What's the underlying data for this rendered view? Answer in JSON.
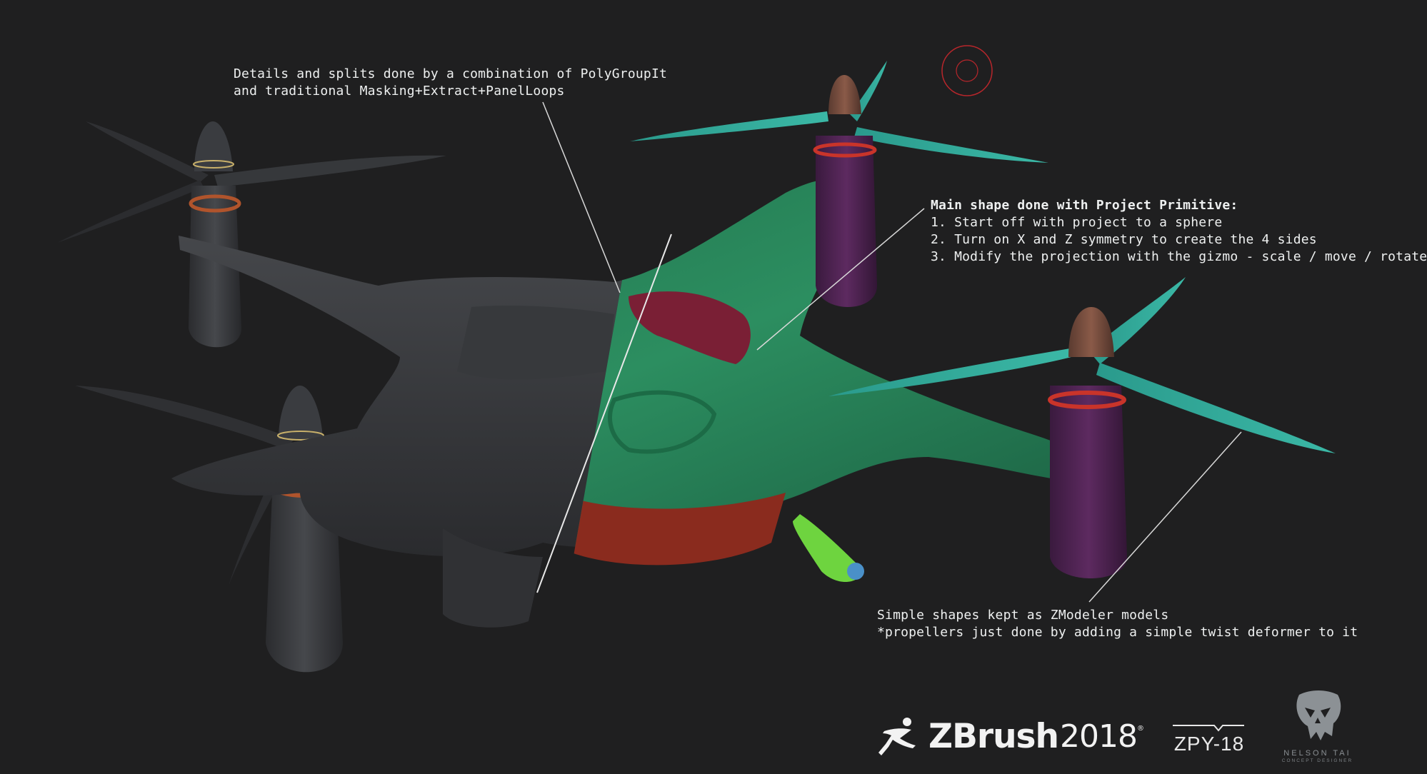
{
  "annotations": {
    "details": {
      "line1": "Details and splits done by a combination of PolyGroupIt",
      "line2": "and traditional Masking+Extract+PanelLoops"
    },
    "main_shape": {
      "title": "Main shape done with Project Primitive:",
      "steps": [
        "1. Start off with project to a sphere",
        "2. Turn on X and Z symmetry to create the 4 sides",
        "3. Modify the projection with the gizmo - scale / move / rotate"
      ]
    },
    "simple_shapes": {
      "line1": "Simple shapes kept as ZModeler models",
      "line2": "*propellers just done by adding a simple twist deformer to it"
    }
  },
  "logos": {
    "zbrush_word": "ZBrush",
    "zbrush_year": "2018",
    "zbrush_reg": "®",
    "zpy": "ZPY-18",
    "artist_name": "NELSON TAI",
    "artist_role": "CONCEPT DESIGNER"
  },
  "colors": {
    "background": "#1f1f20",
    "clay_grey": "#3e4043",
    "polypaint_green": "#2b8a5e",
    "propeller_teal": "#2fa99a",
    "mask_red": "#7a1f35",
    "cursor_red": "#c0262b",
    "text": "#eef0f0"
  },
  "icons": [
    "zbrush-figure-icon",
    "skull-logo-icon",
    "brush-cursor-icon"
  ]
}
